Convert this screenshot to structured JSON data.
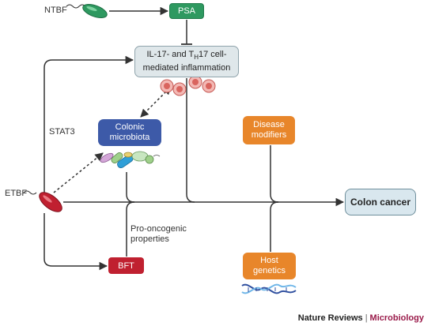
{
  "nodes": {
    "ntbf": "NTBF",
    "psa": "PSA",
    "inflammation": {
      "line1": "IL-17- and T",
      "sub": "H",
      "line1b": "17 cell-",
      "line2": "mediated inflammation"
    },
    "stat3": "STAT3",
    "colonic_microbiota": {
      "line1": "Colonic",
      "line2": "microbiota"
    },
    "disease_modifiers": {
      "line1": "Disease",
      "line2": "modifiers"
    },
    "etbf": "ETBF",
    "colon_cancer": "Colon cancer",
    "pro_oncogenic": {
      "line1": "Pro-oncogenic",
      "line2": "properties"
    },
    "bft": "BFT",
    "host_genetics": {
      "line1": "Host",
      "line2": "genetics"
    }
  },
  "footer": {
    "publisher": "Nature Reviews",
    "journal": "Microbiology"
  },
  "colors": {
    "psa": "#2e9960",
    "bft": "#c02030",
    "modifiers": "#e8862a",
    "microbiota": "#3d5aa8",
    "outcome": "#d9e7ee"
  },
  "icons": [
    "ntbf-bacterium-icon",
    "etbf-bacterium-icon",
    "immune-cell-icon",
    "microbiota-bacteria-icon",
    "dna-helix-icon"
  ]
}
